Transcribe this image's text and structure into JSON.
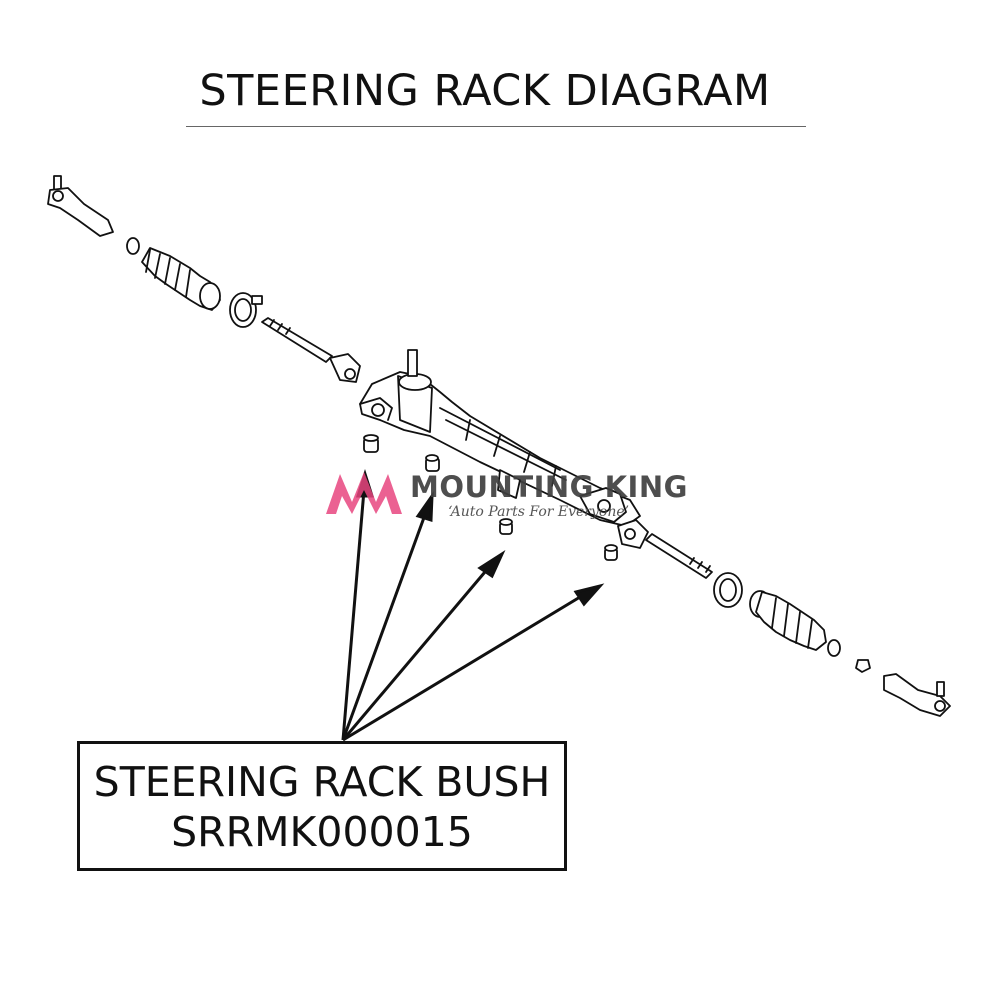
{
  "title": "STEERING RACK DIAGRAM",
  "callout": {
    "part_name": "STEERING RACK BUSH",
    "part_code": "SRRMK000015"
  },
  "watermark": {
    "brand": "MOUNTING KING",
    "tagline": "‘Auto Parts For Everyone’",
    "accent_color": "#e8457f"
  }
}
